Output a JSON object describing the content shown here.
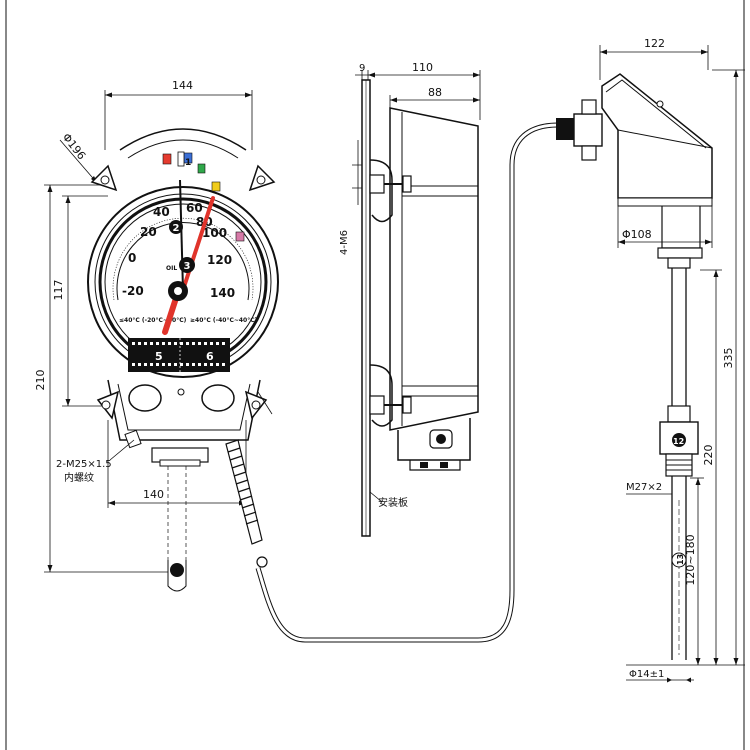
{
  "colors": {
    "line": "#111111",
    "needle_red": "#e0342b",
    "tag_red": "#e53b2f",
    "tag_blue": "#3b6fd6",
    "tag_green": "#2fa84a",
    "tag_yellow": "#f0cc1b",
    "tag_pink": "#d77aa8",
    "tag_white": "#ffffff"
  },
  "front_view": {
    "dim_width": "144",
    "dim_diameter": "Φ196",
    "dim_height_outer": "210",
    "dim_height_inner": "117",
    "dim_bottom_width": "140",
    "thread_label_line1": "2-M25×1.5",
    "thread_label_line2": "内螺纹",
    "dial": {
      "ticks": [
        "-20",
        "0",
        "20",
        "40",
        "60",
        "80",
        "100",
        "120",
        "140"
      ],
      "scale_left": "≤40°C (-20°C~40°C)",
      "scale_right": "≥40°C (-40°C~40°C)",
      "brand": "OIL",
      "digital_left": "5",
      "digital_right": "6",
      "pointer_labels": [
        "1",
        "2",
        "3"
      ]
    }
  },
  "side_view": {
    "dim_total": "110",
    "dim_body": "88",
    "dim_plate": "9",
    "bolt_label": "4-M6",
    "plate_label": "安装板"
  },
  "probe_view": {
    "dim_head_width": "122",
    "dim_head_diameter": "Φ108",
    "dim_total_length": "335",
    "dim_length_220": "220",
    "dim_immersion": "120~180",
    "thread_label": "M27×2",
    "probe_diameter": "Φ14±1",
    "callouts": [
      "12",
      "13"
    ]
  }
}
